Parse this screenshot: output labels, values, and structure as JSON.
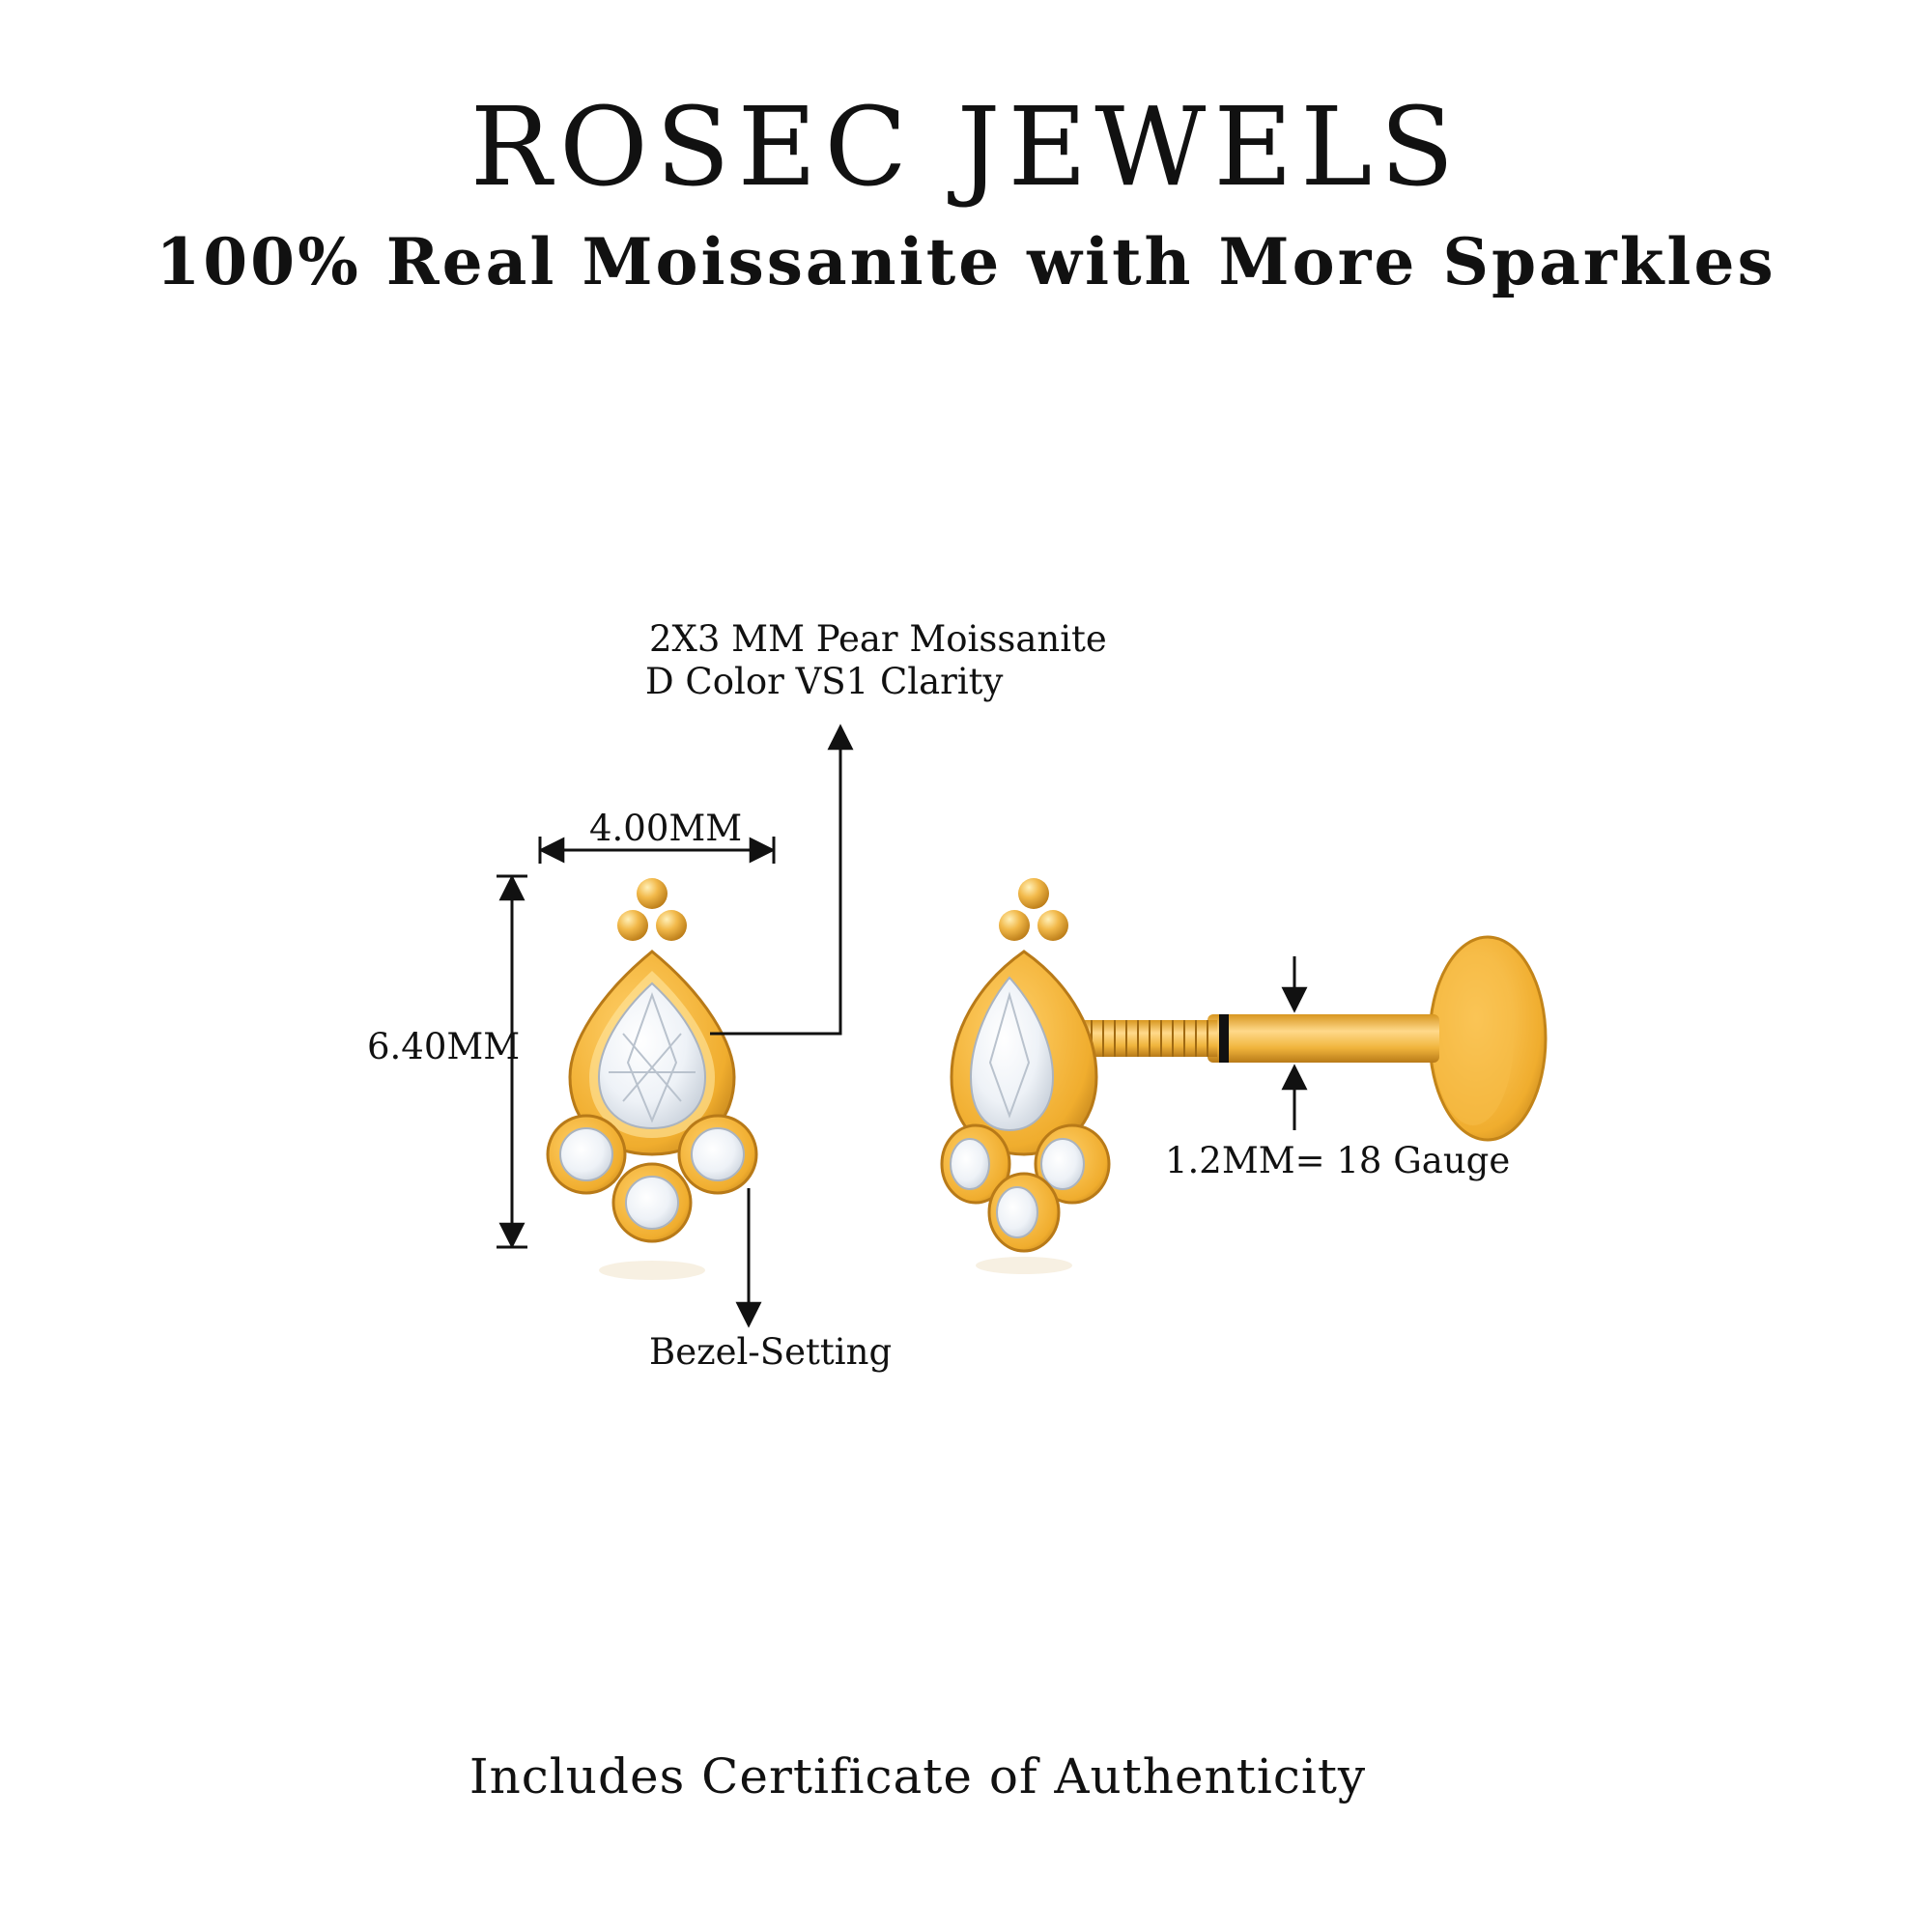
{
  "brand": {
    "name": "ROSEC JEWELS",
    "tagline": "100% Real Moissanite with More Sparkles"
  },
  "specs": {
    "stone": "2X3 MM Pear Moissanite",
    "grade": "D Color VS1 Clarity",
    "width": "4.00MM",
    "height": "6.40MM",
    "setting": "Bezel-Setting",
    "gauge": "1.2MM= 18 Gauge"
  },
  "footer": {
    "text": "Includes Certificate of Authenticity"
  },
  "colors": {
    "gold": "#f0b43c",
    "gold_dark": "#c98a1e",
    "gold_light": "#ffd87a",
    "stone": "#f4f7fb",
    "line": "#111111"
  }
}
